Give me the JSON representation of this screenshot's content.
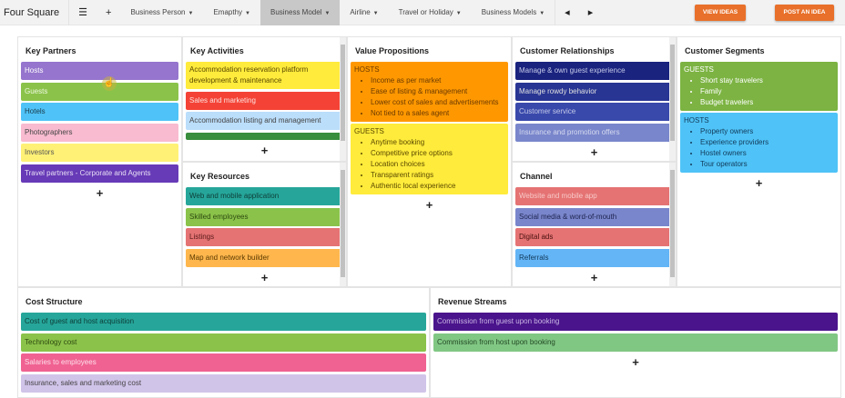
{
  "nav": {
    "brand": "Four Square",
    "menu_icon": "☰",
    "add_icon": "+",
    "items": [
      {
        "label": "Business Person"
      },
      {
        "label": "Emapthy"
      },
      {
        "label": "Business Model",
        "active": true
      },
      {
        "label": "Airline"
      },
      {
        "label": "Travel or Holiday"
      },
      {
        "label": "Business Models"
      }
    ],
    "prev_icon": "◂",
    "next_icon": "▸",
    "view_ideas": "VIEW IDEAS",
    "post_idea": "POST AN IDEA"
  },
  "canvas": {
    "key_partners": {
      "title": "Key Partners",
      "cards": [
        {
          "text": "Hosts",
          "bg": "#9575cd",
          "fg": "#ffffff"
        },
        {
          "text": "Guests",
          "bg": "#8bc34a",
          "fg": "#eef7e0"
        },
        {
          "text": "Hotels",
          "bg": "#4fc3f7",
          "fg": "#1a3a4a"
        },
        {
          "text": "Photographers",
          "bg": "#f8bbd0",
          "fg": "#444444"
        },
        {
          "text": "Investors",
          "bg": "#fff176",
          "fg": "#555555"
        },
        {
          "text": "Travel partners - Corporate and Agents",
          "bg": "#673ab7",
          "fg": "#e8e0f5"
        }
      ]
    },
    "key_activities": {
      "title": "Key Activities",
      "cards": [
        {
          "text": "Accommodation reservation platform development & maintenance",
          "bg": "#ffeb3b",
          "fg": "#5a4a00"
        },
        {
          "text": "Sales and marketing",
          "bg": "#f44336",
          "fg": "#fde0de"
        },
        {
          "text": "Accommodation listing and management",
          "bg": "#bbdefb",
          "fg": "#444444"
        },
        {
          "text": "",
          "bg": "#388e3c",
          "fg": "#ffffff"
        }
      ]
    },
    "key_resources": {
      "title": "Key Resources",
      "cards": [
        {
          "text": "Web and mobile application",
          "bg": "#26a69a",
          "fg": "#0d3d38"
        },
        {
          "text": "Skilled employees",
          "bg": "#8bc34a",
          "fg": "#2f4a10"
        },
        {
          "text": "Listings",
          "bg": "#e57373",
          "fg": "#5a1a1a"
        },
        {
          "text": "Map and network builder",
          "bg": "#ffb74d",
          "fg": "#5a3a00"
        }
      ]
    },
    "value_propositions": {
      "title": "Value Propositions",
      "blocks": [
        {
          "heading": "HOSTS",
          "bg": "#ff9800",
          "fg": "#6a3a00",
          "items": [
            "Income as per market",
            "Ease of listing & management",
            "Lower cost of sales and advertisements",
            "Not tied to a sales agent"
          ]
        },
        {
          "heading": "GUESTS",
          "bg": "#ffeb3b",
          "fg": "#5a4a00",
          "items": [
            "Anytime booking",
            "Competitive price options",
            "Location choices",
            "Transparent ratings",
            "Authentic local experience"
          ]
        }
      ]
    },
    "customer_relationships": {
      "title": "Customer Relationships",
      "cards": [
        {
          "text": "Manage & own guest experience",
          "bg": "#1a237e",
          "fg": "#c5cae9"
        },
        {
          "text": "Manage rowdy behavior",
          "bg": "#283593",
          "fg": "#e0e0e0"
        },
        {
          "text": "Customer service",
          "bg": "#3949ab",
          "fg": "#c5cae9"
        },
        {
          "text": "Insurance and promotion offers",
          "bg": "#7986cb",
          "fg": "#d6daf0"
        }
      ]
    },
    "channel": {
      "title": "Channel",
      "cards": [
        {
          "text": "Website and mobile app",
          "bg": "#e57373",
          "fg": "#f8c8c8"
        },
        {
          "text": "Social media & word-of-mouth",
          "bg": "#7986cb",
          "fg": "#1e2450"
        },
        {
          "text": "Digital ads",
          "bg": "#e57373",
          "fg": "#4a1010"
        },
        {
          "text": "Referrals",
          "bg": "#64b5f6",
          "fg": "#123a5a"
        }
      ]
    },
    "customer_segments": {
      "title": "Customer Segments",
      "blocks": [
        {
          "heading": "GUESTS",
          "bg": "#7cb342",
          "fg": "#ffffff",
          "items": [
            "Short stay travelers",
            "Family",
            "Budget travelers"
          ]
        },
        {
          "heading": "HOSTS",
          "bg": "#4fc3f7",
          "fg": "#123a5a",
          "items": [
            "Property owners",
            "Experience providers",
            "Hostel owners",
            "Tour operators"
          ]
        }
      ]
    },
    "cost_structure": {
      "title": "Cost Structure",
      "cards": [
        {
          "text": "Cost of guest and host acquisition",
          "bg": "#26a69a",
          "fg": "#0d3d38"
        },
        {
          "text": "Technology cost",
          "bg": "#8bc34a",
          "fg": "#2f4a10"
        },
        {
          "text": "Salaries to employees",
          "bg": "#f06292",
          "fg": "#fde0ea"
        },
        {
          "text": "Insurance, sales and marketing cost",
          "bg": "#d1c4e9",
          "fg": "#444444"
        }
      ]
    },
    "revenue_streams": {
      "title": "Revenue Streams",
      "cards": [
        {
          "text": "Commission from guest upon booking",
          "bg": "#4a148c",
          "fg": "#c9b6e4"
        },
        {
          "text": "Commission from host upon booking",
          "bg": "#81c784",
          "fg": "#234a25"
        }
      ]
    },
    "add_label": "+"
  }
}
